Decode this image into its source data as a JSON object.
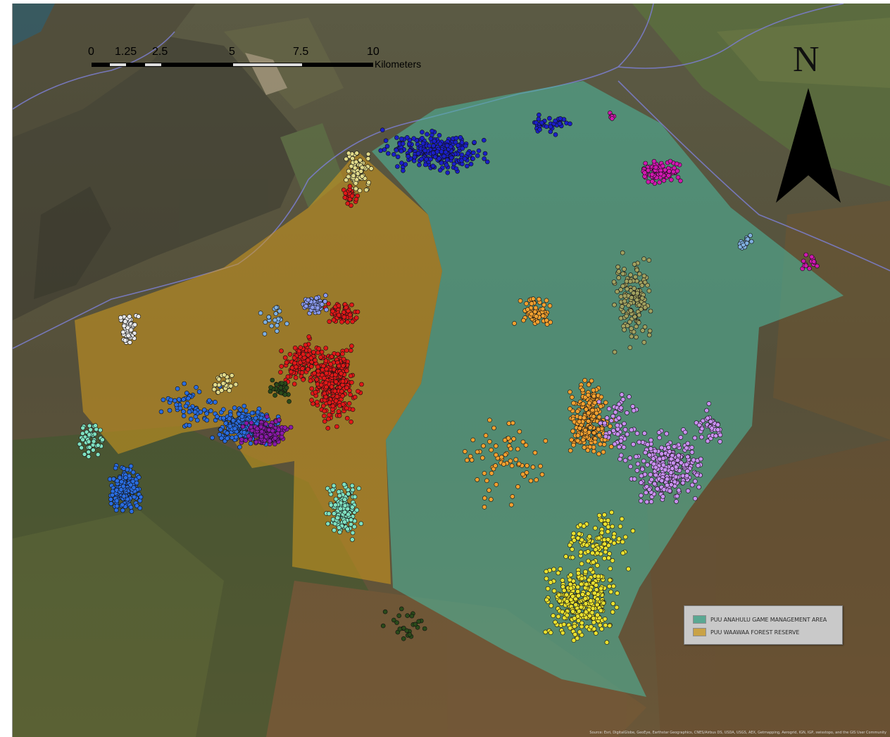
{
  "scale_bar": {
    "ticks": [
      "0",
      "1.25",
      "2.5",
      "5",
      "7.5",
      "10"
    ],
    "unit": "Kilometers"
  },
  "north_arrow": {
    "label": "N"
  },
  "legend": {
    "items": [
      {
        "label": "PUU ANAHULU GAME MANAGEMENT AREA",
        "color": "#5aa892"
      },
      {
        "label": "PUU WAAWAA FOREST RESERVE",
        "color": "#c9a246"
      }
    ]
  },
  "attribution": "Source: Esri, DigitalGlobe, GeoEye, Earthstar Geographics, CNES/Airbus DS, USDA, USGS, AEX, Getmapping, Aerogrid, IGN, IGP, swisstopo, and the GIS User Community",
  "point_colors": [
    "#1a1fc8",
    "#e0d98a",
    "#e8e8e8",
    "#e01818",
    "#2a6de0",
    "#8a1aa8",
    "#7fe0c0",
    "#f2a030",
    "#c890f0",
    "#e8e030",
    "#d018b0",
    "#2a4a1a",
    "#8a9aee",
    "#a0a060",
    "#80b0e0"
  ]
}
